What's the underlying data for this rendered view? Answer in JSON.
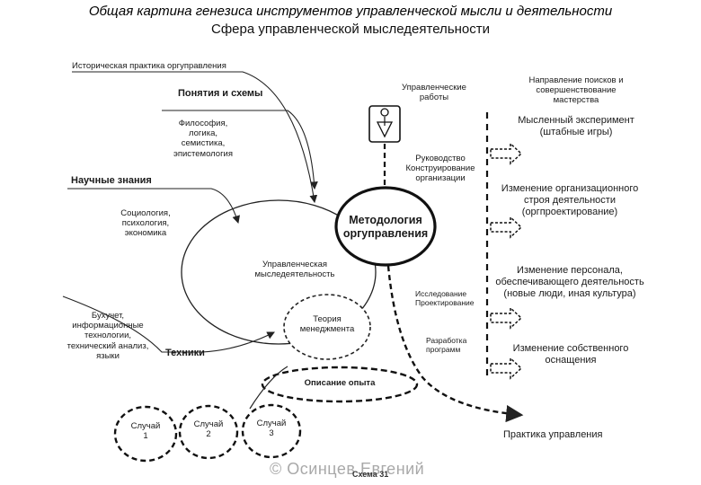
{
  "slide_title": "Общая картина генезиса инструментов управленческой мысли и деятельности",
  "diagram_title": "Сфера управленческой мыследеятельности",
  "left": {
    "history": "Историческая практика оргуправления",
    "concepts_heading": "Понятия и схемы",
    "concepts_items": "Философия,\nлогика,\nсемистика,\nэпистемология",
    "science_heading": "Научные знания",
    "science_items": "Социология,\nпсихология,\nэкономика",
    "techniques_items": "Бухучет,\nинформационные\nтехнологии,\nтехнический анализ,\nязыки",
    "techniques_heading": "Техники"
  },
  "center": {
    "mgmt_thinking": "Управленческая\nмыследеятельность",
    "methodology": "Методология\nоргуправления",
    "theory": "Теория\nменеджмента",
    "experience": "Описание опыта",
    "manager_works": "Управленческие\nработы",
    "leadership": "Руководство\nКонструирование\nорганизации",
    "research": "Исследование\nПроектирование",
    "programs": "Разработка\nпрограмм"
  },
  "cases": [
    "Случай\n1",
    "Случай\n2",
    "Случай\n3"
  ],
  "right": {
    "direction": "Направление поисков и\nсовершенствование\nмастерства",
    "items": [
      "Мысленный эксперимент\n(штабные игры)",
      "Изменение организационного\nстроя деятельности\n(оргпроектирование)",
      "Изменение персонала,\nобеспечивающего деятельность\n(новые люди, иная культура)",
      "Изменение собственного\nоснащения"
    ],
    "practice": "Практика управления"
  },
  "watermark": "© Осинцев Евгений",
  "scheme_label": "Схема 31",
  "icons": {
    "manager": "person-figure-icon"
  }
}
